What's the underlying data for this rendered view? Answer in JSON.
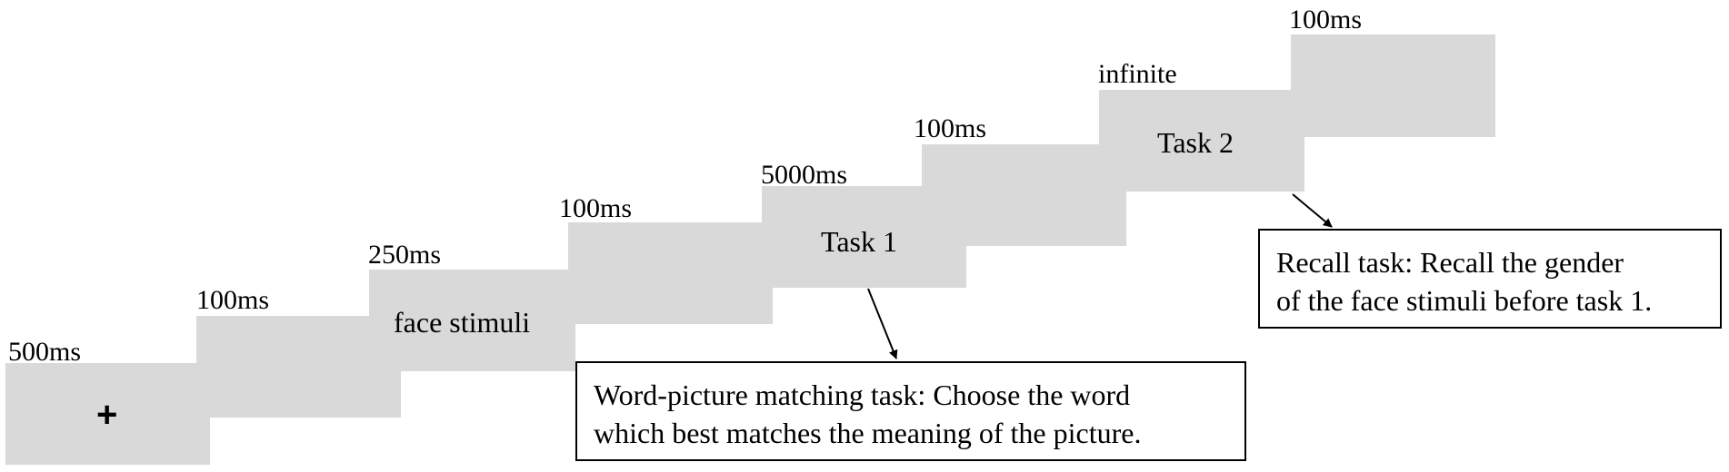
{
  "frames": [
    {
      "duration": "500ms",
      "content": "+"
    },
    {
      "duration": "100ms",
      "content": ""
    },
    {
      "duration": "250ms",
      "content": "face stimuli"
    },
    {
      "duration": "100ms",
      "content": ""
    },
    {
      "duration": "5000ms",
      "content": "Task 1"
    },
    {
      "duration": "100ms",
      "content": ""
    },
    {
      "duration": "infinite",
      "content": "Task 2"
    },
    {
      "duration": "100ms",
      "content": ""
    }
  ],
  "notes": {
    "task1": {
      "line1": "Word-picture matching task: Choose the word",
      "line2": "which best matches the meaning of the picture."
    },
    "task2": {
      "line1": "Recall task: Recall the gender",
      "line2": "of the face stimuli before task 1."
    }
  }
}
